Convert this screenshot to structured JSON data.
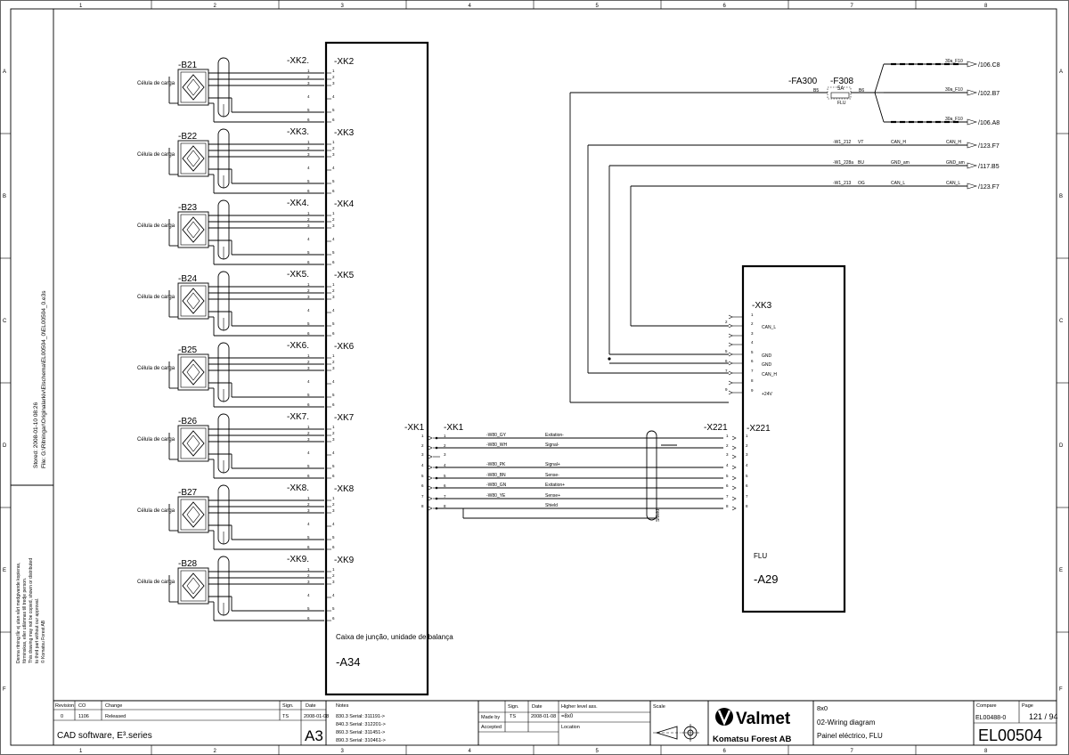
{
  "frame": {
    "columns": [
      "1",
      "2",
      "3",
      "4",
      "5",
      "6",
      "7",
      "8"
    ],
    "rows": [
      "A",
      "B",
      "C",
      "D",
      "E",
      "F"
    ]
  },
  "side_text": {
    "stored": "Stored:   2008-01-10  08:26",
    "file": "File:   G:\\Ritningar\\Originalarkiv\\Elschema\\EL00504_0\\EL00504_0.e3s",
    "notice1": "Denna ritning får ej utan vårt medgivande kopieras,",
    "notice2": "förminskas, eller utlämnas till tredje person.",
    "notice3": "This drawing may not be copied, shown or distributed",
    "notice4": "to third part without our approval.",
    "notice5": "© Komatsu Forest AB"
  },
  "load_cells": [
    {
      "id": "-B21",
      "label": "Célula de carga",
      "connector": "-XK2.",
      "pins": [
        "1",
        "2",
        "3",
        "4",
        "5",
        "6"
      ]
    },
    {
      "id": "-B22",
      "label": "Célula de carga",
      "connector": "-XK3.",
      "pins": [
        "1",
        "2",
        "3",
        "4",
        "5",
        "6"
      ]
    },
    {
      "id": "-B23",
      "label": "Célula de carga",
      "connector": "-XK4.",
      "pins": [
        "1",
        "2",
        "3",
        "4",
        "5",
        "6"
      ]
    },
    {
      "id": "-B24",
      "label": "Célula de carga",
      "connector": "-XK5.",
      "pins": [
        "1",
        "2",
        "3",
        "4",
        "5",
        "6"
      ]
    },
    {
      "id": "-B25",
      "label": "Célula de carga",
      "connector": "-XK6.",
      "pins": [
        "1",
        "2",
        "3",
        "4",
        "5",
        "6"
      ]
    },
    {
      "id": "-B26",
      "label": "Célula de carga",
      "connector": "-XK7.",
      "pins": [
        "1",
        "2",
        "3",
        "4",
        "5",
        "6"
      ]
    },
    {
      "id": "-B27",
      "label": "Célula de carga",
      "connector": "-XK8.",
      "pins": [
        "1",
        "2",
        "3",
        "4",
        "5",
        "6"
      ]
    },
    {
      "id": "-B28",
      "label": "Célula de carga",
      "connector": "-XK9.",
      "pins": [
        "1",
        "2",
        "3",
        "4",
        "5",
        "6"
      ]
    }
  ],
  "junction_box": {
    "inner_connectors": [
      "-XK2",
      "-XK3",
      "-XK4",
      "-XK5",
      "-XK6",
      "-XK7",
      "-XK8",
      "-XK9"
    ],
    "description": "Caixa de junção, unidade de balança",
    "ref": "-A34",
    "out_connector_outer": "-XK1",
    "out_connector_inner": "-XK1",
    "out_pins": [
      "1",
      "2",
      "3",
      "4",
      "5",
      "6",
      "7",
      "8"
    ]
  },
  "cable_w80": [
    {
      "wire": "-W80_GY",
      "signal": "Exitation-"
    },
    {
      "wire": "-W80_WH",
      "signal": "Signal-"
    },
    {
      "wire": "",
      "signal": ""
    },
    {
      "wire": "-W80_PK",
      "signal": "Signal+"
    },
    {
      "wire": "-W80_BN",
      "signal": "Sense-"
    },
    {
      "wire": "-W80_GN",
      "signal": "Exitation+"
    },
    {
      "wire": "-W80_YE",
      "signal": "Sense+"
    },
    {
      "wire": "",
      "signal": "Shield"
    }
  ],
  "shield_label": "Shield",
  "flu": {
    "connector_outer": "-X221",
    "connector_inner": "-X221",
    "xk3": "-XK3",
    "xk3_pins": [
      "1",
      "2",
      "3",
      "4",
      "5",
      "6",
      "7",
      "8",
      "9"
    ],
    "xk3_signals": [
      "",
      "CAN_L",
      "",
      "",
      "GND",
      "GND",
      "CAN_H",
      "",
      "+24V"
    ],
    "x221_pins": [
      "1",
      "2",
      "3",
      "4",
      "5",
      "6",
      "7",
      "8"
    ],
    "name": "FLU",
    "ref": "-A29"
  },
  "fuse": {
    "fa": "-FA300",
    "f": "-F308",
    "rating": "5A",
    "unit": "FLU",
    "pin_left": "B5",
    "pin_right": "B6"
  },
  "refs": [
    {
      "cable": "",
      "net": "30a_F10",
      "target": "/106.C8"
    },
    {
      "cable": "",
      "net": "30a_F10",
      "target": "/102.B7"
    },
    {
      "cable": "",
      "net": "30a_F10",
      "target": "/106.A8"
    },
    {
      "cable": "-W1_212",
      "color": "VT",
      "net": "CAN_H",
      "net2": "CAN_H",
      "target": "/123.F7"
    },
    {
      "cable": "-W1_228a",
      "color": "BU",
      "net": "GND_am",
      "net2": "GND_am",
      "target": "/117.B5"
    },
    {
      "cable": "-W1_213",
      "color": "OG",
      "net": "CAN_L",
      "net2": "CAN_L",
      "target": "/123.F7"
    }
  ],
  "title_block": {
    "h_revision": "Revision",
    "h_co": "CO",
    "h_change": "Change",
    "h_sign": "Sign.",
    "h_date": "Date",
    "h_notes": "Notes",
    "rev": "0",
    "co": "1106",
    "change": "Released",
    "sign": "TS",
    "date": "2008-01-08",
    "notes": [
      "830.3 Serial: 311191->",
      "840.3 Serial: 312201->",
      "860.3 Serial: 311451->",
      "890.3 Serial: 310461->"
    ],
    "software": "CAD software, E³.series",
    "format": "A3",
    "h_sign2": "Sign.",
    "h_date2": "Date",
    "h_higher": "Higher level ass.",
    "made_by_label": "Made by",
    "made_by": "TS",
    "made_date": "2008-01-08",
    "higher": "=8x0",
    "accepted_label": "Accepted",
    "location_label": "Location",
    "scale_label": "Scale",
    "company1": "Valmet",
    "company2": "Komatsu Forest AB",
    "title1": "8x0",
    "title2": "02-Wiring diagram",
    "title3": "Painel eléctrico, FLU",
    "compare_label": "Compare",
    "page_label": "Page",
    "compare": "EL00488-0",
    "page": "121 / 94",
    "doc_no": "EL00504"
  }
}
